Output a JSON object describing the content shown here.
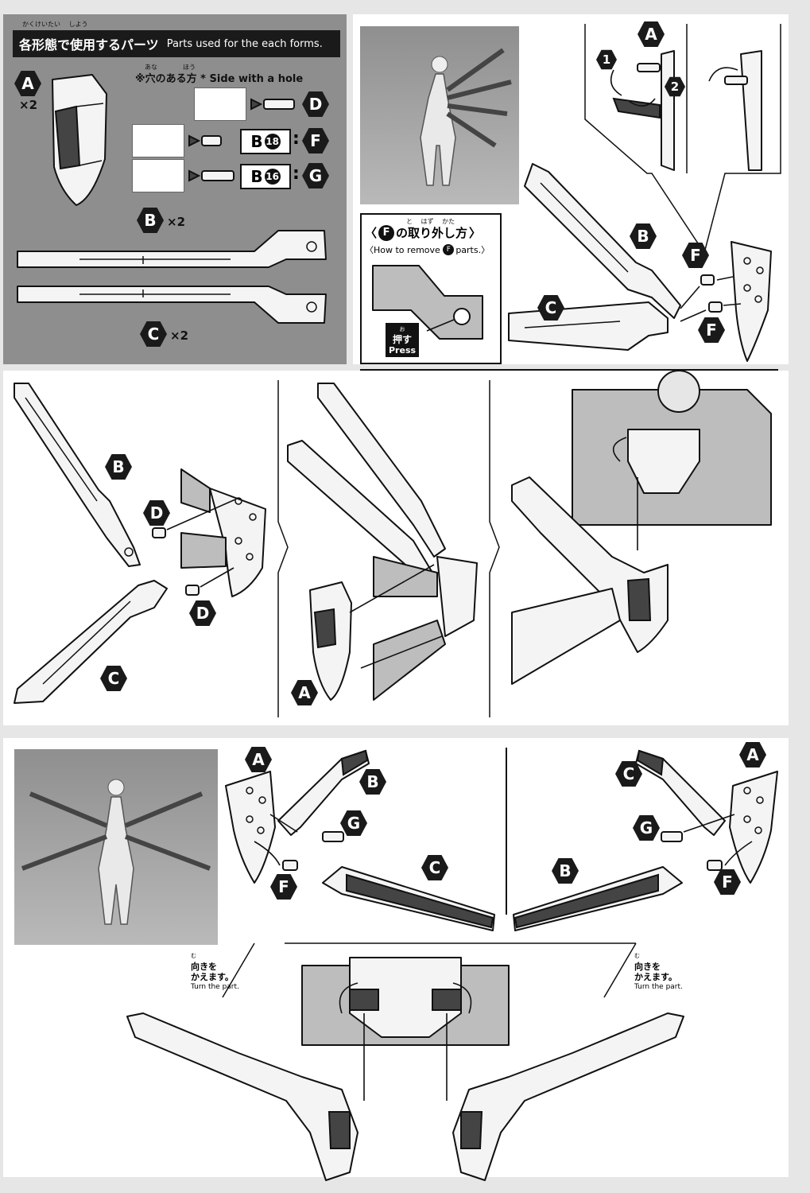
{
  "parts_panel": {
    "header_jp": "各形態で使用するパーツ",
    "header_en": "Parts used for the each forms.",
    "header_ruby": "かくけいたい　 しよう",
    "note_jp": "※穴のある方",
    "note_en": "* Side with a hole",
    "note_ruby": "あな　　　　ほう",
    "part_a": "A",
    "part_a_count": "×2",
    "part_b": "B",
    "part_b_count": "×2",
    "part_c": "C",
    "part_c_count": "×2",
    "part_d": "D",
    "part_f": "F",
    "part_g": "G",
    "runner_b": "B",
    "runner_b_num1": "18",
    "runner_b_num2": "16",
    "colon": ":"
  },
  "removal_box": {
    "title_jp": "の取り外し方",
    "title_ruby": "と　 はず　 かた",
    "title_part": "F",
    "title_open": "〈",
    "title_close": "〉",
    "subtitle_before": "〈How to remove ",
    "subtitle_part": "F",
    "subtitle_after": "parts.〉",
    "press_ruby": "お",
    "press_jp": "押す",
    "press_en": "Press"
  },
  "step1": {
    "label_a": "A",
    "step_1": "1",
    "step_2": "2",
    "label_b": "B",
    "label_c": "C",
    "label_f1": "F",
    "label_f2": "F"
  },
  "step2": {
    "label_b": "B",
    "label_c": "C",
    "label_d1": "D",
    "label_d2": "D",
    "label_a": "A"
  },
  "step3": {
    "label_a_left": "A",
    "label_b_left": "B",
    "label_c_left": "C",
    "label_g_left": "G",
    "label_f_left": "F",
    "label_c_right": "C",
    "label_a_right": "A",
    "label_g_right": "G",
    "label_b_right": "B",
    "label_f_right": "F",
    "turn_ruby": "む",
    "turn_jp_left": "向きを\nかえます。",
    "turn_en_left": "Turn the part.",
    "turn_jp_right": "向きを\nかえます。",
    "turn_en_right": "Turn the part."
  },
  "colors": {
    "background": "#e6e6e6",
    "parts_panel_bg": "#8e8e8e",
    "label_fill": "#1a1a1a",
    "label_text": "#ffffff",
    "part_light": "#f4f4f4",
    "part_mid": "#bdbdbd"
  }
}
